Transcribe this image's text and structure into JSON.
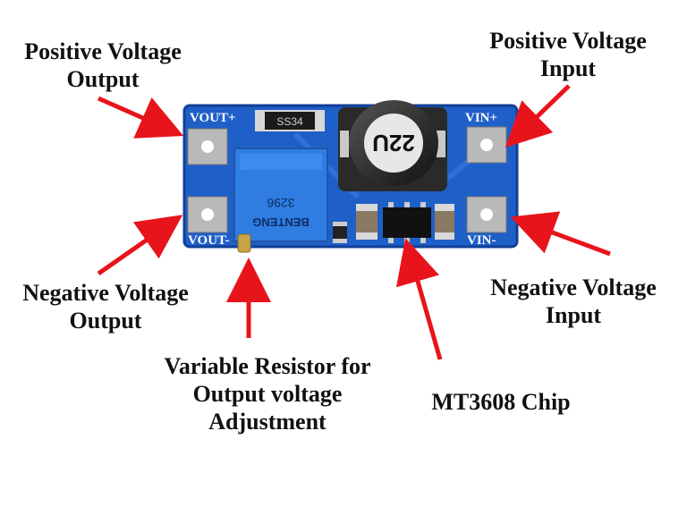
{
  "labels": {
    "pos_out": [
      "Positive Voltage",
      "Output"
    ],
    "pos_in": [
      "Positive Voltage",
      "Input"
    ],
    "neg_out": [
      "Negative Voltage",
      "Output"
    ],
    "neg_in": [
      "Negative Voltage",
      "Input"
    ],
    "resistor": [
      "Variable Resistor for",
      "Output voltage",
      "Adjustment"
    ],
    "chip": "MT3608 Chip"
  },
  "board": {
    "vout_plus": "VOUT+",
    "vout_minus": "VOUT-",
    "vin_plus": "VIN+",
    "vin_minus": "VIN-",
    "diode": "SS34",
    "inductor": "22U",
    "pot_brand": "BENTENG",
    "pot_code": "3296"
  },
  "colors": {
    "pcb": "#1f5fc8",
    "pcb_edge": "#123f96",
    "pot": "#2f7de0",
    "arrow": "#e8141b"
  }
}
